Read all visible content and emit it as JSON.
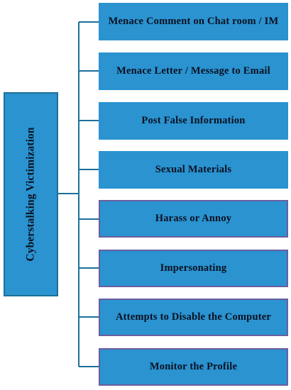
{
  "root": {
    "label": "Cyberstalking Victimization"
  },
  "children": [
    {
      "label": "Menace Comment on Chat room / IM",
      "outlined": false
    },
    {
      "label": "Menace Letter / Message to Email",
      "outlined": false
    },
    {
      "label": "Post False Information",
      "outlined": false
    },
    {
      "label": "Sexual Materials",
      "outlined": false
    },
    {
      "label": "Harass or Annoy",
      "outlined": true
    },
    {
      "label": "Impersonating",
      "outlined": true
    },
    {
      "label": "Attempts to Disable the Computer",
      "outlined": true
    },
    {
      "label": "Monitor the Profile",
      "outlined": true
    }
  ],
  "colors": {
    "box_fill": "#2a93d0",
    "connector": "#1c6f99",
    "box_outline": "#6a5fa0",
    "text": "#0a1020"
  }
}
